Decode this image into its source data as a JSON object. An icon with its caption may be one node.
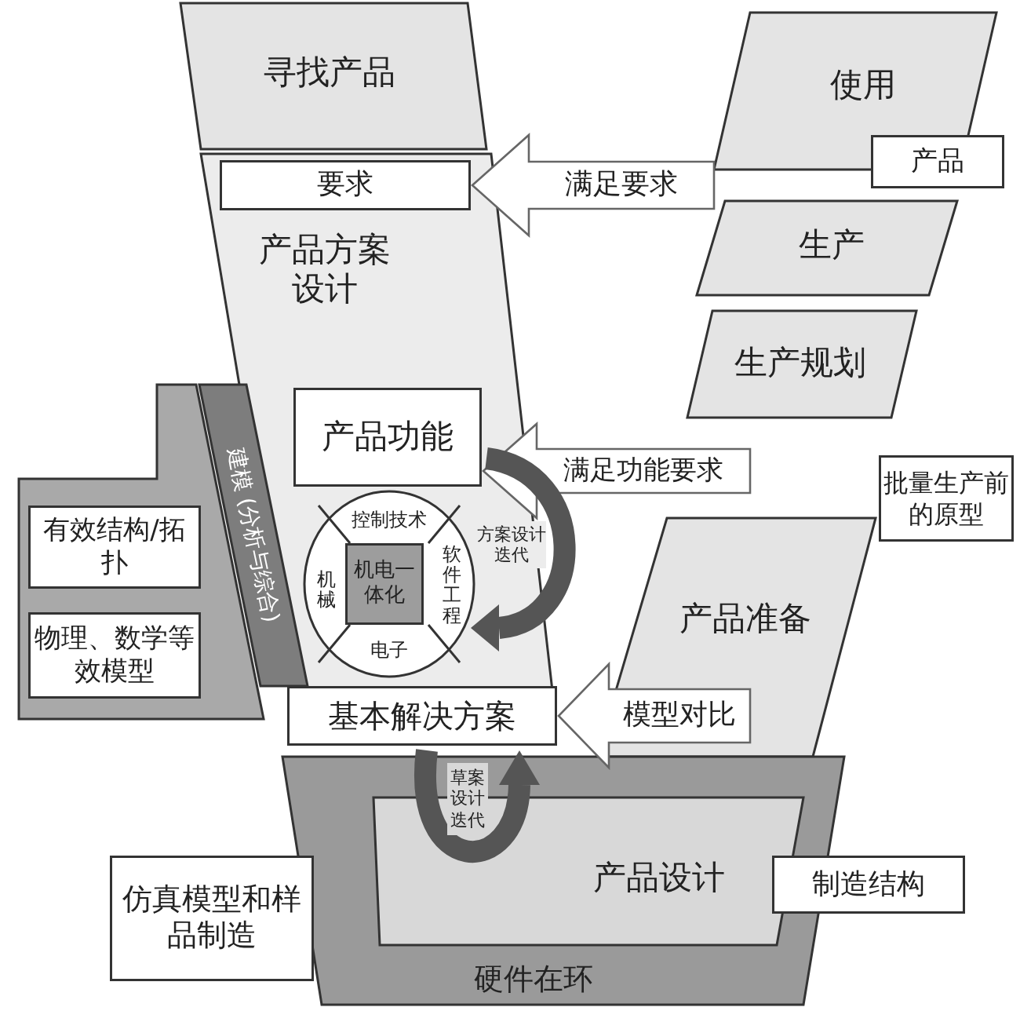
{
  "diagram": {
    "nodes": [
      {
        "text": [
          "寻找产品"
        ]
      },
      {
        "text": [
          "使用"
        ]
      },
      {
        "text": [
          "产品"
        ]
      },
      {
        "text": [
          "产品方案设计"
        ]
      },
      {
        "text": [
          "要求"
        ],
        "in": 3
      },
      {
        "text": [
          "生产"
        ]
      },
      {
        "text": [
          "生产规划"
        ]
      },
      {
        "text": [
          "产品功能"
        ],
        "in": 3
      },
      {
        "text": [
          "批量生产前的原型"
        ]
      },
      {
        "text": [
          "建模 (分析与综合)"
        ]
      },
      {
        "text": [],
        "shape": "box"
      },
      {
        "text": [
          "有效结构/拓扑"
        ],
        "in": 10
      },
      {
        "text": [
          "物理、数学等效模型"
        ],
        "in": 10
      },
      {
        "text": [
          "控制技术",
          "机械",
          "软件工程",
          "电子"
        ],
        "in": 3
      },
      {
        "text": [
          "机电一体化"
        ],
        "in": 13
      },
      {
        "text": [
          "产品准备"
        ]
      },
      {
        "text": [
          "基本解决方案"
        ]
      },
      {
        "text": [
          "硬件在环"
        ]
      },
      {
        "text": [
          "产品设计"
        ],
        "in": 17
      },
      {
        "text": [
          "仿真模型和样品制造"
        ]
      },
      {
        "text": [
          "制造结构"
        ]
      }
    ],
    "edges": [
      {
        "from": 5,
        "to": 4,
        "arrow": "to",
        "label": "满足要求"
      },
      {
        "from": 6,
        "to": 7,
        "arrow": "to",
        "label": "满足功能要求"
      },
      {
        "from": 15,
        "to": 16,
        "arrow": "to",
        "label": "模型对比"
      }
    ],
    "labels": [
      "方案设计迭代",
      "草案设计迭代"
    ]
  }
}
